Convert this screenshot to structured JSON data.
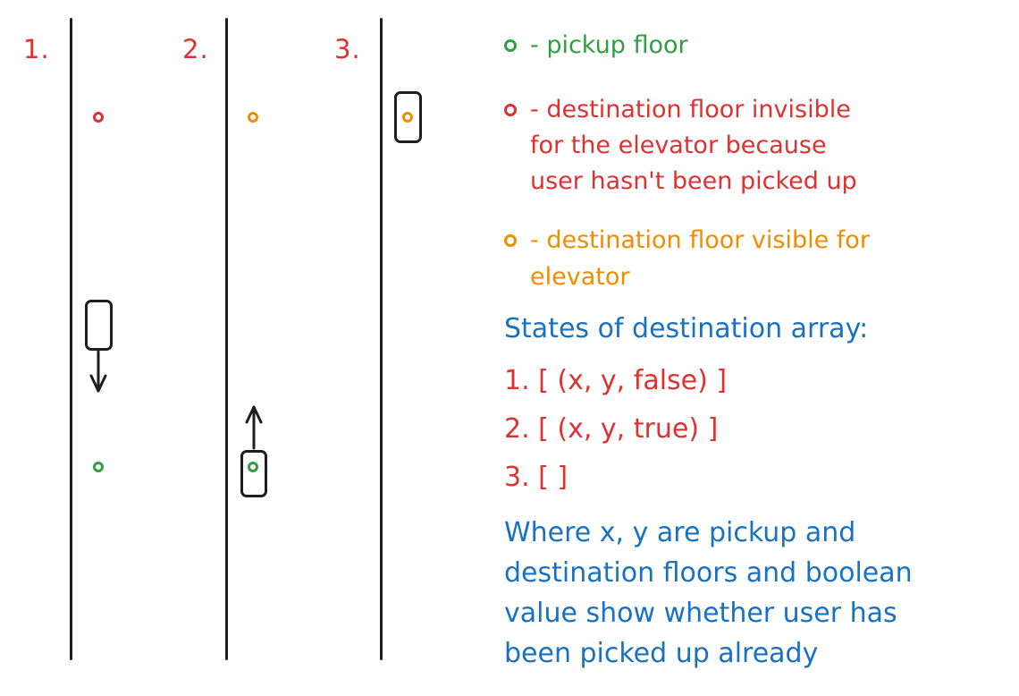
{
  "steps": {
    "one": "1.",
    "two": "2.",
    "three": "3."
  },
  "legend": {
    "pickup": "- pickup floor",
    "invisible_line1": "- destination floor invisible",
    "invisible_line2": "for the elevator because",
    "invisible_line3": "user hasn't been picked up",
    "visible_line1": "- destination floor visible for",
    "visible_line2": "elevator"
  },
  "states": {
    "heading": "States of destination array:",
    "items": [
      "1. [ (x, y, false) ]",
      "2. [ (x, y, true) ]",
      "3. [ ]"
    ]
  },
  "note": {
    "lines": [
      "Where x, y are pickup and",
      "destination floors and boolean",
      "value show whether user has",
      "been picked up already"
    ]
  },
  "colors": {
    "green": "#2f9e44",
    "red": "#e03131",
    "orange": "#f08c00",
    "blue": "#1971c2",
    "ink": "#1e1e1e"
  }
}
